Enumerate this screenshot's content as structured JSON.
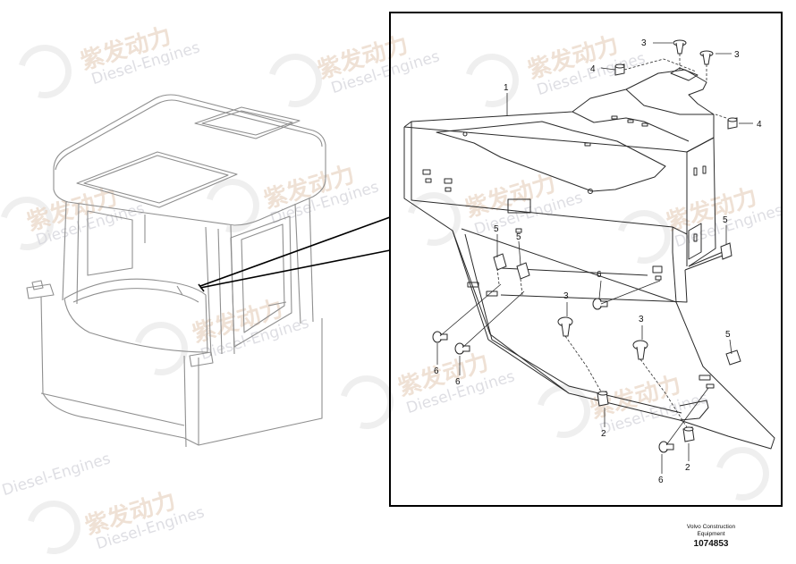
{
  "watermark": {
    "cn_text": "紫发动力",
    "en_text": "Diesel-Engines"
  },
  "callouts": {
    "c1": "1",
    "c2a": "2",
    "c2b": "2",
    "c3a": "3",
    "c3b": "3",
    "c3c": "3",
    "c3d": "3",
    "c4a": "4",
    "c4b": "4",
    "c5a": "5",
    "c5b": "5",
    "c5c": "5",
    "c5d": "5",
    "c6a": "6",
    "c6b": "6",
    "c6c": "6",
    "c6d": "6"
  },
  "footer": {
    "brand_line1": "Volvo Construction",
    "brand_line2": "Equipment",
    "part_number": "1074853"
  },
  "colors": {
    "line": "#2a2a2a",
    "ghost_line": "#9a9a9a",
    "frame": "#000000",
    "watermark_cn": "#ead8c8",
    "watermark_en": "#d9d9df"
  }
}
